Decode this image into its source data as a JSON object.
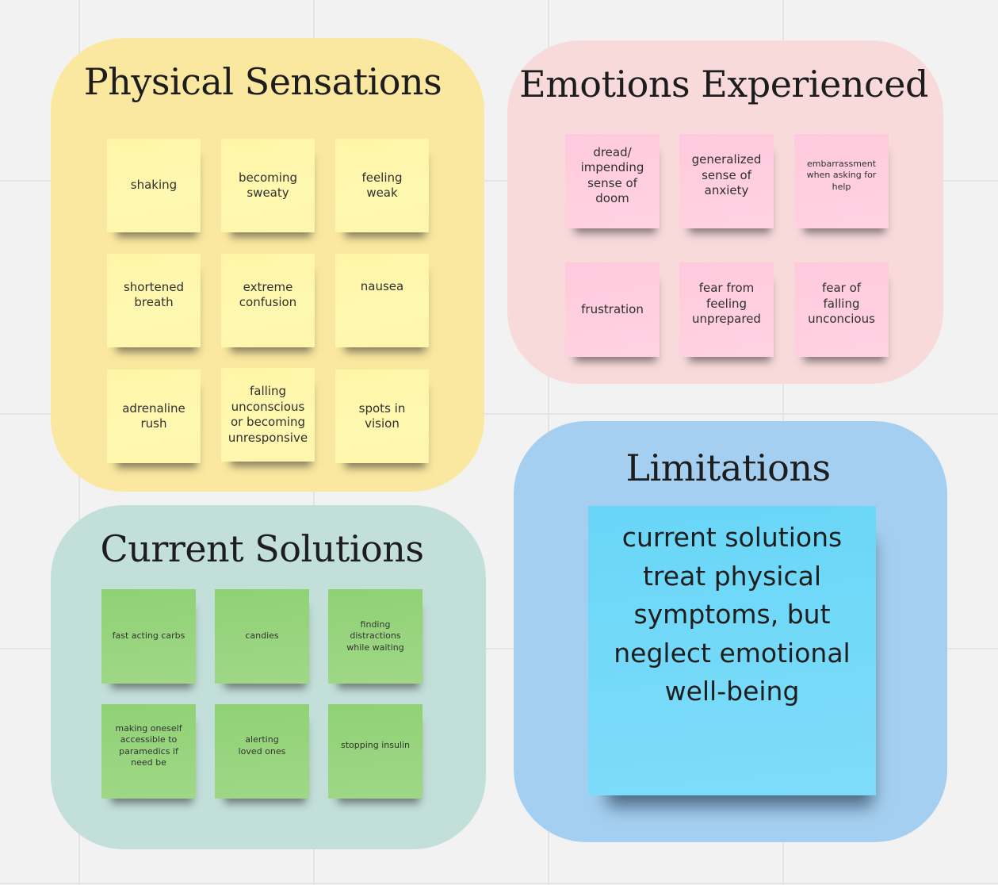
{
  "board": {
    "sections": {
      "physical": {
        "title": "Physical Sensations",
        "color": "#fae8a0",
        "note_color": "#fff7ad",
        "notes": [
          "shaking",
          "becoming sweaty",
          "feeling weak",
          "shortened breath",
          "extreme confusion",
          "nausea",
          "adrenaline rush",
          "falling unconscious or becoming unresponsive",
          "spots in vision"
        ]
      },
      "emotions": {
        "title": "Emotions Experienced",
        "color": "#f8dadb",
        "note_color": "#ffcde0",
        "notes": [
          "dread/ impending sense of doom",
          "generalized sense of anxiety",
          "embarrassment when asking for help",
          "frustration",
          "fear from feeling unprepared",
          "fear of falling unconcious"
        ]
      },
      "solutions": {
        "title": "Current Solutions",
        "color": "#c3dfd9",
        "note_color": "#95d47c",
        "notes": [
          "fast acting carbs",
          "candies",
          "finding distractions while waiting",
          "making oneself accessible to paramedics if need be",
          "alerting loved ones",
          "stopping insulin"
        ]
      },
      "limitations": {
        "title": "Limitations",
        "color": "#a5cff0",
        "note_color": "#72d9f8",
        "notes": [
          "current solutions treat physical symptoms, but neglect emotional well-being"
        ]
      }
    }
  }
}
